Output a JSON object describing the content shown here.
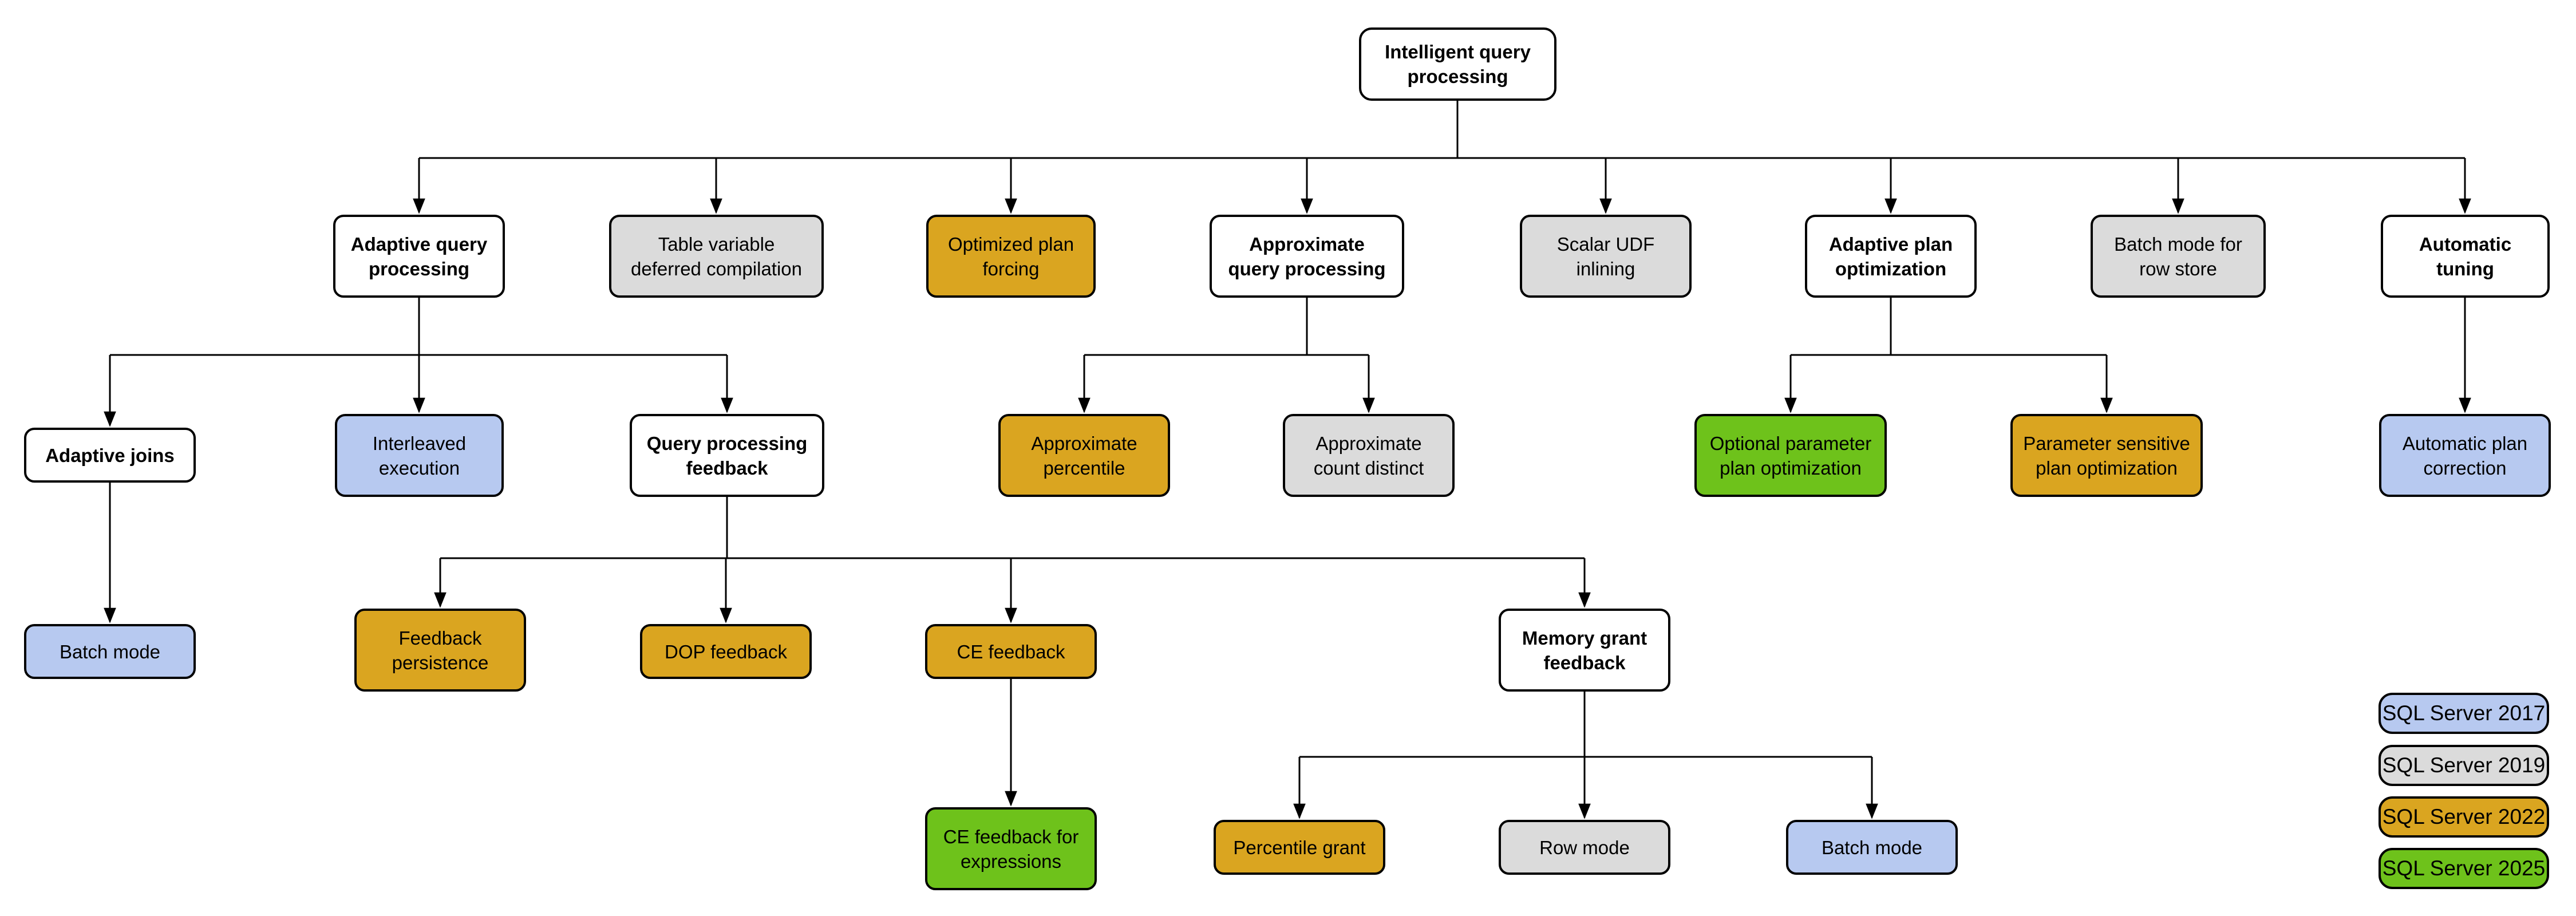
{
  "diagram_title": "Intelligent query processing",
  "palette": {
    "white": "#FFFFFF",
    "gray": "#DBDBDB",
    "gold": "#DAA520",
    "blue": "#B7C9F0",
    "green": "#6EC21B",
    "border": "#000000"
  },
  "nodes": [
    {
      "id": "intelligent-query-processing",
      "label": "Intelligent query\nprocessing",
      "color": "white"
    },
    {
      "id": "adaptive-query-processing",
      "label": "Adaptive query\nprocessing",
      "color": "white"
    },
    {
      "id": "table-variable-deferred-compilation",
      "label": "Table variable\ndeferred compilation",
      "color": "gray"
    },
    {
      "id": "optimized-plan-forcing",
      "label": "Optimized plan\nforcing",
      "color": "gold"
    },
    {
      "id": "approximate-query-processing",
      "label": "Approximate\nquery processing",
      "color": "white"
    },
    {
      "id": "scalar-udf-inlining",
      "label": "Scalar UDF\ninlining",
      "color": "gray"
    },
    {
      "id": "adaptive-plan-optimization",
      "label": "Adaptive plan\noptimization",
      "color": "white"
    },
    {
      "id": "batch-mode-for-row-store",
      "label": "Batch mode for\nrow store",
      "color": "gray"
    },
    {
      "id": "automatic-tuning",
      "label": "Automatic\ntuning",
      "color": "white"
    },
    {
      "id": "adaptive-joins",
      "label": "Adaptive joins",
      "color": "white"
    },
    {
      "id": "interleaved-execution",
      "label": "Interleaved\nexecution",
      "color": "blue"
    },
    {
      "id": "query-processing-feedback",
      "label": "Query processing\nfeedback",
      "color": "white"
    },
    {
      "id": "approximate-percentile",
      "label": "Approximate\npercentile",
      "color": "gold"
    },
    {
      "id": "approximate-count-distinct",
      "label": "Approximate\ncount distinct",
      "color": "gray"
    },
    {
      "id": "optional-parameter-plan-optimization",
      "label": "Optional parameter\nplan optimization",
      "color": "green"
    },
    {
      "id": "parameter-sensitive-plan-optimization",
      "label": "Parameter sensitive\nplan optimization",
      "color": "gold"
    },
    {
      "id": "automatic-plan-correction",
      "label": "Automatic plan\ncorrection",
      "color": "blue"
    },
    {
      "id": "batch-mode-adaptive-joins",
      "label": "Batch mode",
      "color": "blue"
    },
    {
      "id": "feedback-persistence",
      "label": "Feedback\npersistence",
      "color": "gold"
    },
    {
      "id": "dop-feedback",
      "label": "DOP feedback",
      "color": "gold"
    },
    {
      "id": "ce-feedback",
      "label": "CE feedback",
      "color": "gold"
    },
    {
      "id": "memory-grant-feedback",
      "label": "Memory grant\nfeedback",
      "color": "white"
    },
    {
      "id": "ce-feedback-for-expressions",
      "label": "CE feedback for\nexpressions",
      "color": "green"
    },
    {
      "id": "percentile-grant",
      "label": "Percentile grant",
      "color": "gold"
    },
    {
      "id": "row-mode",
      "label": "Row mode",
      "color": "gray"
    },
    {
      "id": "batch-mode-memory-grant",
      "label": "Batch mode",
      "color": "blue"
    }
  ],
  "legend": {
    "items": [
      {
        "label": "SQL Server 2017",
        "color": "blue"
      },
      {
        "label": "SQL Server 2019",
        "color": "gray"
      },
      {
        "label": "SQL Server 2022",
        "color": "gold"
      },
      {
        "label": "SQL Server 2025",
        "color": "green"
      }
    ]
  }
}
